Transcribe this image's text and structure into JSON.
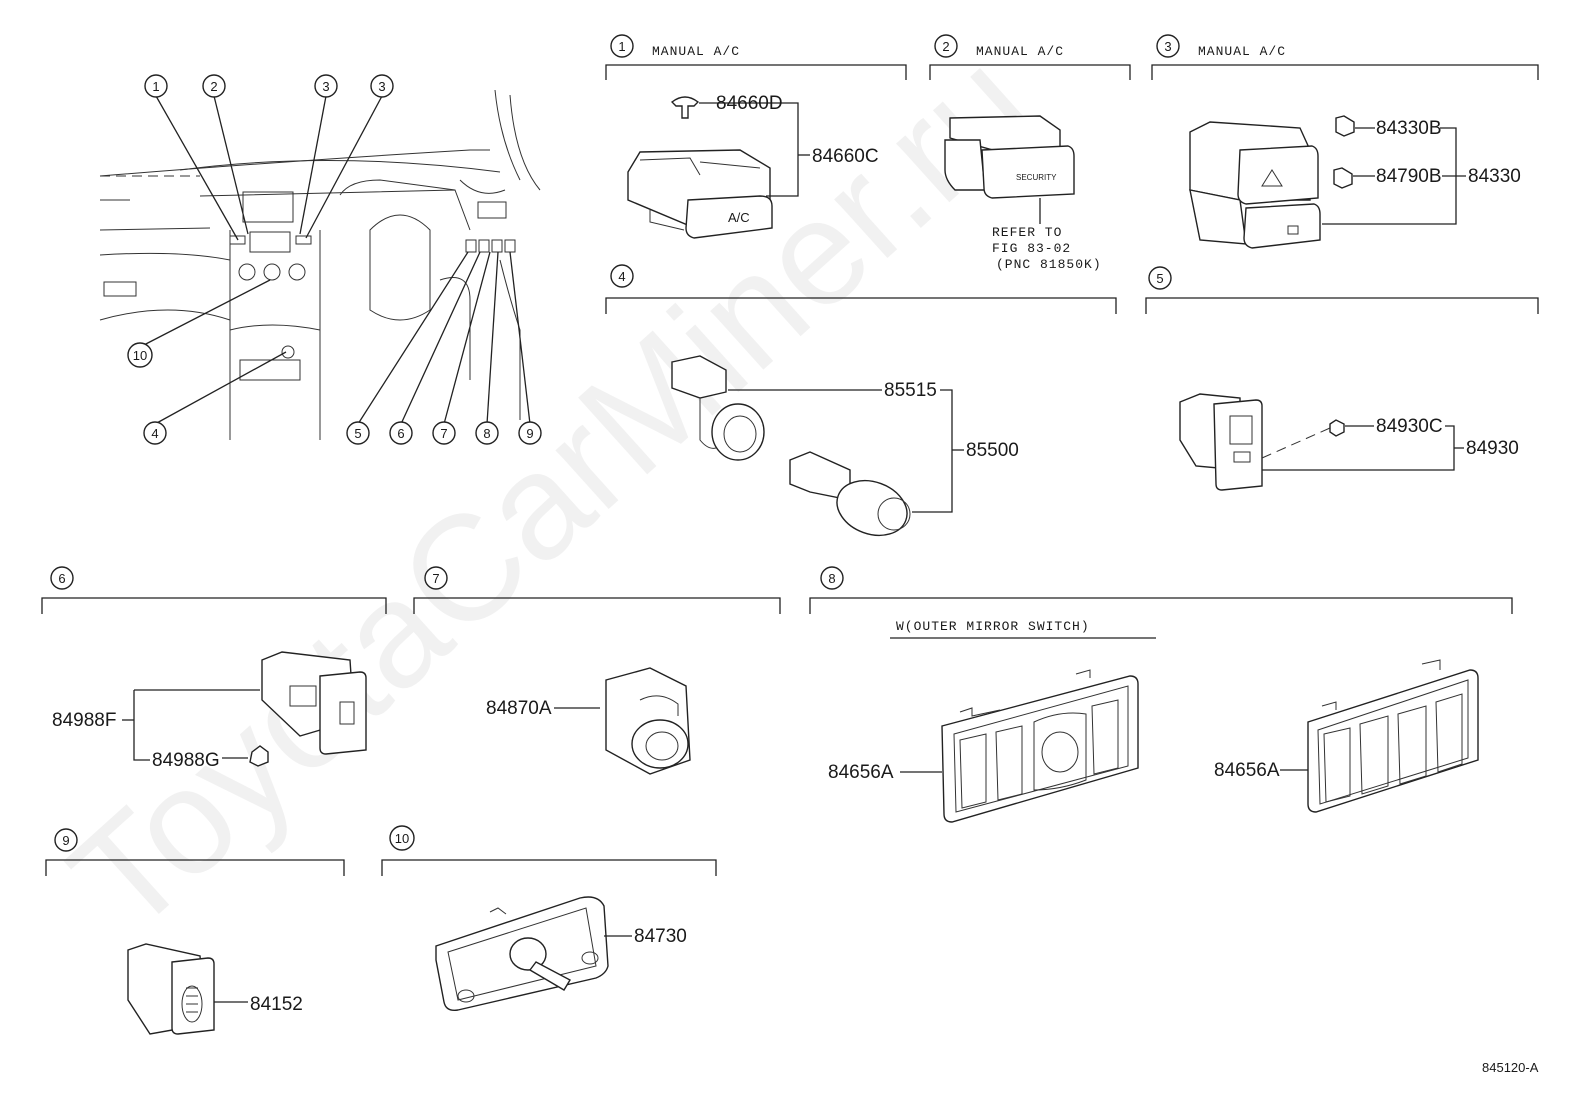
{
  "watermark": "ToyotaCarMiner.ru",
  "figure_code": "845120-A",
  "dashboard_callouts": [
    "1",
    "2",
    "3",
    "3",
    "10",
    "4",
    "5",
    "6",
    "7",
    "8",
    "9"
  ],
  "sections": {
    "s1": {
      "num": "1",
      "note": "MANUAL A/C",
      "parts": [
        "84660D",
        "84660C"
      ]
    },
    "s2": {
      "num": "2",
      "note": "MANUAL A/C",
      "refer_lines": [
        "REFER TO",
        "FIG 83-02",
        "(PNC 81850K)"
      ]
    },
    "s3": {
      "num": "3",
      "note": "MANUAL A/C",
      "parts": [
        "84330B",
        "84790B",
        "84330"
      ]
    },
    "s4": {
      "num": "4",
      "parts": [
        "85515",
        "85500"
      ]
    },
    "s5": {
      "num": "5",
      "parts": [
        "84930C",
        "84930"
      ]
    },
    "s6": {
      "num": "6",
      "parts": [
        "84988F",
        "84988G"
      ]
    },
    "s7": {
      "num": "7",
      "parts": [
        "84870A"
      ]
    },
    "s8": {
      "num": "8",
      "note": "W(OUTER MIRROR SWITCH)",
      "parts": [
        "84656A",
        "84656A"
      ]
    },
    "s9": {
      "num": "9",
      "parts": [
        "84152"
      ]
    },
    "s10": {
      "num": "10",
      "parts": [
        "84730"
      ]
    }
  },
  "button_labels": {
    "ac": "A/C",
    "security": "SECURITY"
  }
}
